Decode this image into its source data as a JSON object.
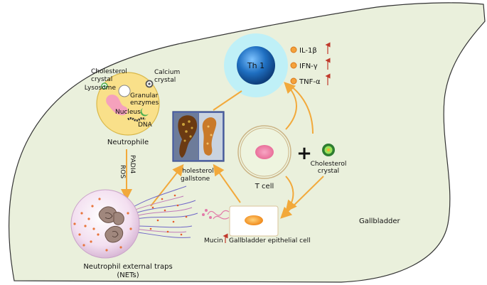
{
  "labels": {
    "th1": "Th 1",
    "cytokines": [
      "IL-1β",
      "IFN-γ",
      "TNF-α"
    ],
    "cholesterol_crystal_1": "Cholesterol",
    "cholesterol_crystal_2": "crystal",
    "calcium_crystal_1": "Calcium",
    "calcium_crystal_2": "crystal",
    "lysosome": "Lysosome",
    "granular_1": "Granular",
    "granular_2": "enzymes",
    "nucleus": "Nucleus",
    "dna": "DNA",
    "neutrophile": "Neutrophile",
    "ros": "ROS",
    "padi4": "PADI4",
    "gallstone_1": "Cholesterol",
    "gallstone_2": "gallstone",
    "tcell": "T cell",
    "plus": "+",
    "cholesterol_right_1": "Cholesterol",
    "cholesterol_right_2": "crystal",
    "gallbladder": "Gallbladder",
    "mucin": "Mucin",
    "epithelial": "Gallbladder epithelial cell",
    "nets_1": "Neutrophil external traps",
    "nets_2": "(NETs)"
  },
  "colors": {
    "gallbladder_fill": "#eaf0dc",
    "outline": "#333333",
    "arrow": "#f2a93b",
    "up_arrow": "#c0392b",
    "neutrophil_fill": "#f9e08a",
    "th1_glow": "#bff0f7",
    "th1_core": "#1f6fc1"
  }
}
